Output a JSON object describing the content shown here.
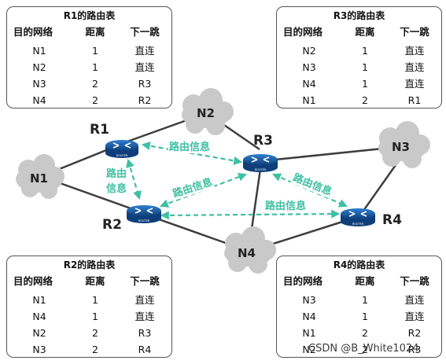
{
  "tables": [
    {
      "title": "R1的路由表",
      "headers": [
        "目的网络",
        "距离",
        "下一跳"
      ],
      "rows": [
        [
          "N1",
          "1",
          "直连"
        ],
        [
          "N2",
          "1",
          "直连"
        ],
        [
          "N3",
          "2",
          "R3"
        ],
        [
          "N4",
          "2",
          "R2"
        ]
      ]
    },
    {
      "title": "R3的路由表",
      "headers": [
        "目的网络",
        "距离",
        "下一跳"
      ],
      "rows": [
        [
          "N2",
          "1",
          "直连"
        ],
        [
          "N3",
          "1",
          "直连"
        ],
        [
          "N4",
          "1",
          "直连"
        ],
        [
          "N1",
          "2",
          "R1"
        ]
      ]
    },
    {
      "title": "R2的路由表",
      "headers": [
        "目的网络",
        "距离",
        "下一跳"
      ],
      "rows": [
        [
          "N1",
          "1",
          "直连"
        ],
        [
          "N4",
          "1",
          "直连"
        ],
        [
          "N2",
          "2",
          "R3"
        ],
        [
          "N3",
          "2",
          "R4"
        ]
      ]
    },
    {
      "title": "R4的路由表",
      "headers": [
        "目的网络",
        "距离",
        "下一跳"
      ],
      "rows": [
        [
          "N3",
          "1",
          "直连"
        ],
        [
          "N4",
          "1",
          "直连"
        ],
        [
          "N1",
          "2",
          "R2"
        ],
        [
          "N2",
          "2",
          "R3"
        ]
      ]
    }
  ],
  "routers": {
    "r1": "R1",
    "r2": "R2",
    "r3": "R3",
    "r4": "R4",
    "icon_label": "ROUTER"
  },
  "networks": {
    "n1": "N1",
    "n2": "N2",
    "n3": "N3",
    "n4": "N4"
  },
  "exchange_labels": {
    "r1_r3": "路由信息",
    "r1_r2_line1": "路由",
    "r1_r2_line2": "信息",
    "r2_r3": "路由信息",
    "r3_r4": "路由信息",
    "r2_r4": "路由信息"
  },
  "watermark": "CSDN @B_White1024",
  "colors": {
    "router": "#1f5fa8",
    "router_dark": "#0f3f7a",
    "exchange_arrow": "#3ec0a3",
    "cloud": "#c9c9c9",
    "link": "#3d3d3d"
  }
}
